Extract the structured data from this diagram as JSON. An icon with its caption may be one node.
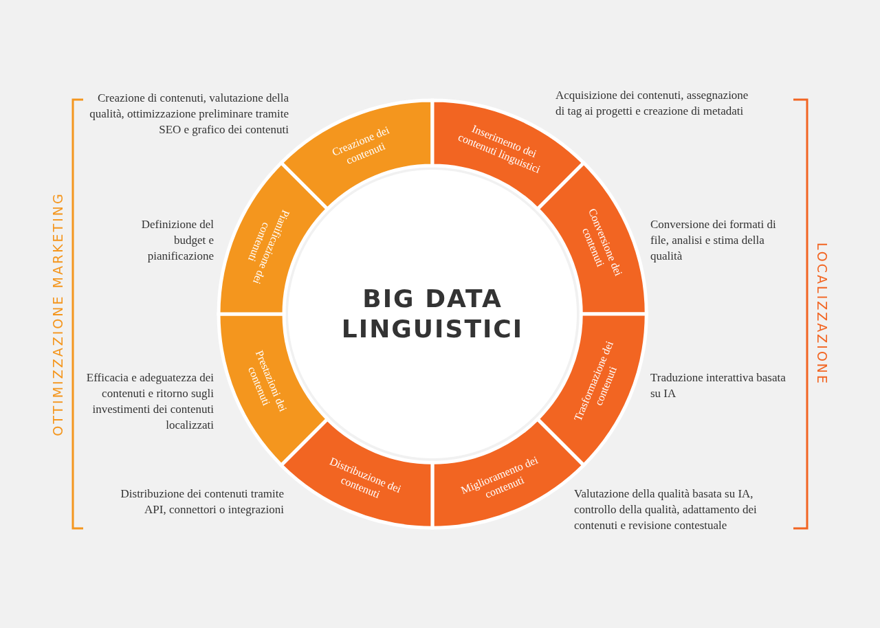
{
  "diagram": {
    "nodes": [
      {
        "text": [
          "BIG DATA LINGUISTICI"
        ]
      },
      {
        "text": [
          "Creazione dei contenuti"
        ],
        "beside": [
          "Creazione di contenuti, valutazione della qualità, ottimizzazione preliminare tramite SEO e grafico dei contenuti"
        ]
      },
      {
        "text": [
          "Inserimento dei contenuti linguistici"
        ],
        "beside": [
          "Acquisizione dei contenuti, assegnazione di tag ai progetti e creazione di metadati"
        ]
      },
      {
        "text": [
          "Conversione dei contenuti"
        ],
        "beside": [
          "Conversione dei formati di file, analisi e stima della qualità"
        ]
      },
      {
        "text": [
          "Trasformazione dei contenuti"
        ],
        "beside": [
          "Traduzione interattiva basata su IA"
        ]
      },
      {
        "text": [
          "Miglioramento dei contenuti"
        ],
        "beside": [
          "Valutazione della qualità basata su IA, controllo della qualità, adattamento dei contenuti e revisione contestuale"
        ]
      },
      {
        "text": [
          "Distribuzione dei contenuti"
        ],
        "beside": [
          "Distribuzione dei contenuti tramite API, connettori o integrazioni"
        ]
      },
      {
        "text": [
          "Prestazioni dei contenuti"
        ],
        "beside": [
          "Efficacia e adeguatezza dei contenuti e ritorno sugli investimenti dei contenuti localizzati"
        ]
      },
      {
        "text": [
          "Pianificazione dei contenuti"
        ],
        "beside": [
          "Definizione del budget e pianificazione"
        ]
      }
    ],
    "labels": [
      "OTTIMIZZAZIONE MARKETING",
      "LOCALIZZAZIONE"
    ]
  }
}
